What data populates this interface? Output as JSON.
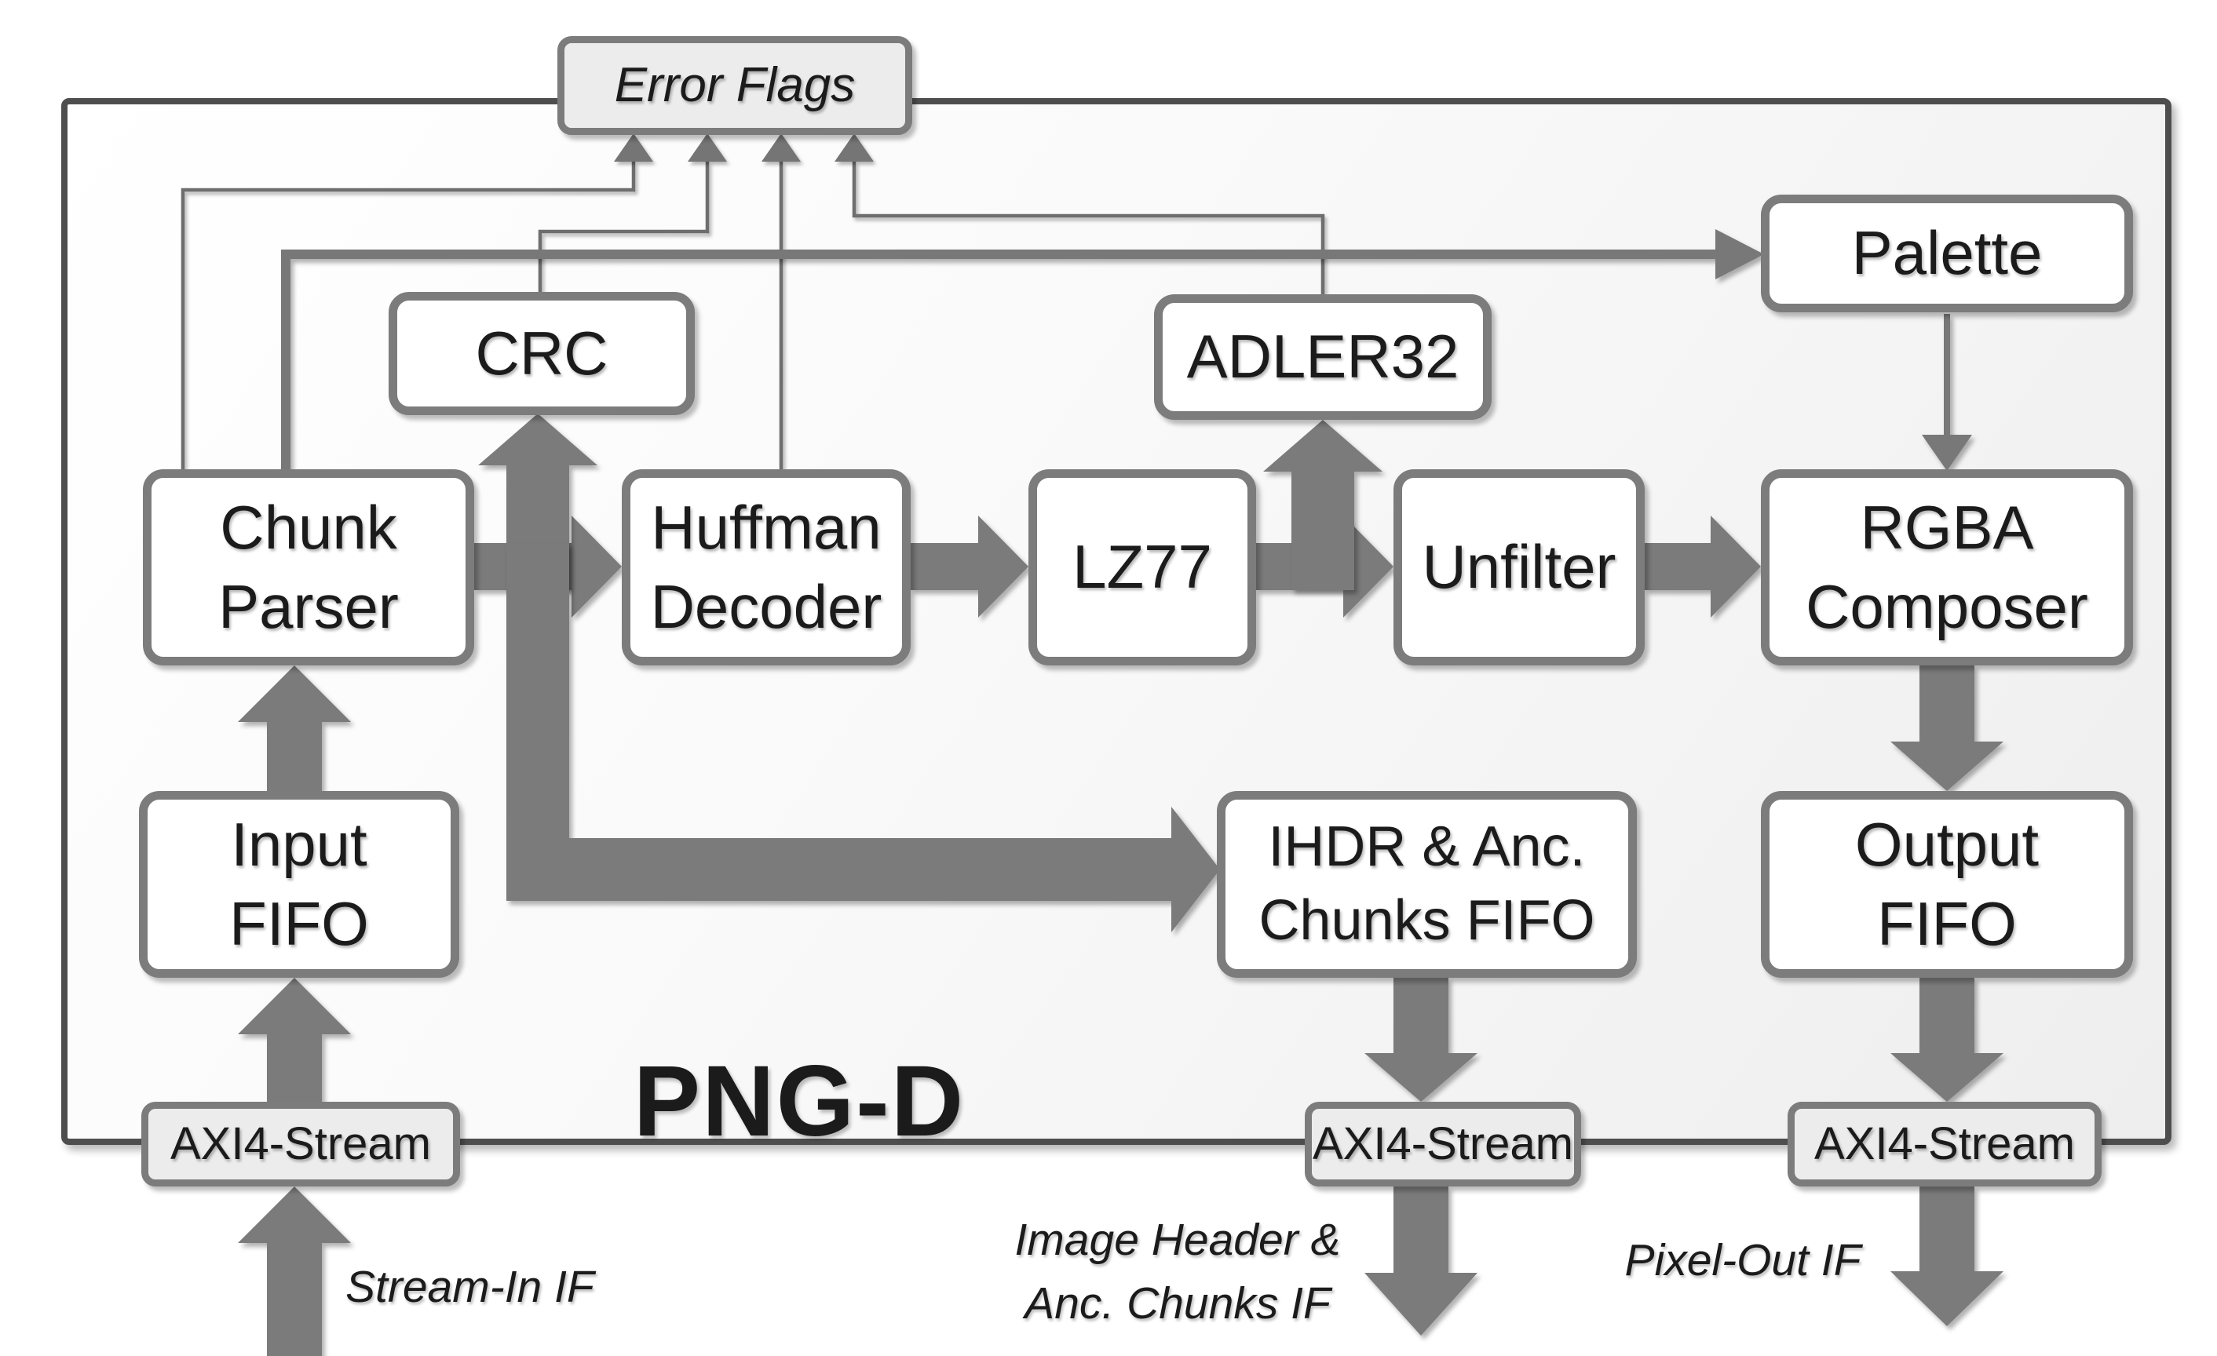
{
  "diagram": {
    "kind": "hardware-block-diagram",
    "core_title": "PNG-D"
  },
  "blocks": {
    "error_flags": {
      "label": "Error Flags"
    },
    "crc": {
      "label": "CRC"
    },
    "adler32": {
      "label": "ADLER32"
    },
    "palette": {
      "label": "Palette"
    },
    "chunk_parser": {
      "label": "Chunk\nParser"
    },
    "huffman_decoder": {
      "label": "Huffman\nDecoder"
    },
    "lz77": {
      "label": "LZ77"
    },
    "unfilter": {
      "label": "Unfilter"
    },
    "rgba_composer": {
      "label": "RGBA\nComposer"
    },
    "input_fifo": {
      "label": "Input\nFIFO"
    },
    "ihdr_anc_chunks_fifo": {
      "label": "IHDR & Anc.\nChunks FIFO"
    },
    "output_fifo": {
      "label": "Output\nFIFO"
    },
    "axi_stream_in": {
      "label": "AXI4-Stream"
    },
    "axi_stream_header": {
      "label": "AXI4-Stream"
    },
    "axi_stream_pixel": {
      "label": "AXI4-Stream"
    }
  },
  "labels": {
    "stream_in_if": "Stream-In IF",
    "image_header_if": "Image Header &\nAnc. Chunks IF",
    "pixel_out_if": "Pixel-Out IF"
  },
  "colors": {
    "outer_border": "#4e4e4e",
    "block_border": "#7c7c7c",
    "block_fill": "#ffffff",
    "tinted_fill": "#ececec",
    "thick_arrow": "#7b7b7b",
    "thin_line": "#6e6e6e",
    "text": "#1b1b1b"
  }
}
